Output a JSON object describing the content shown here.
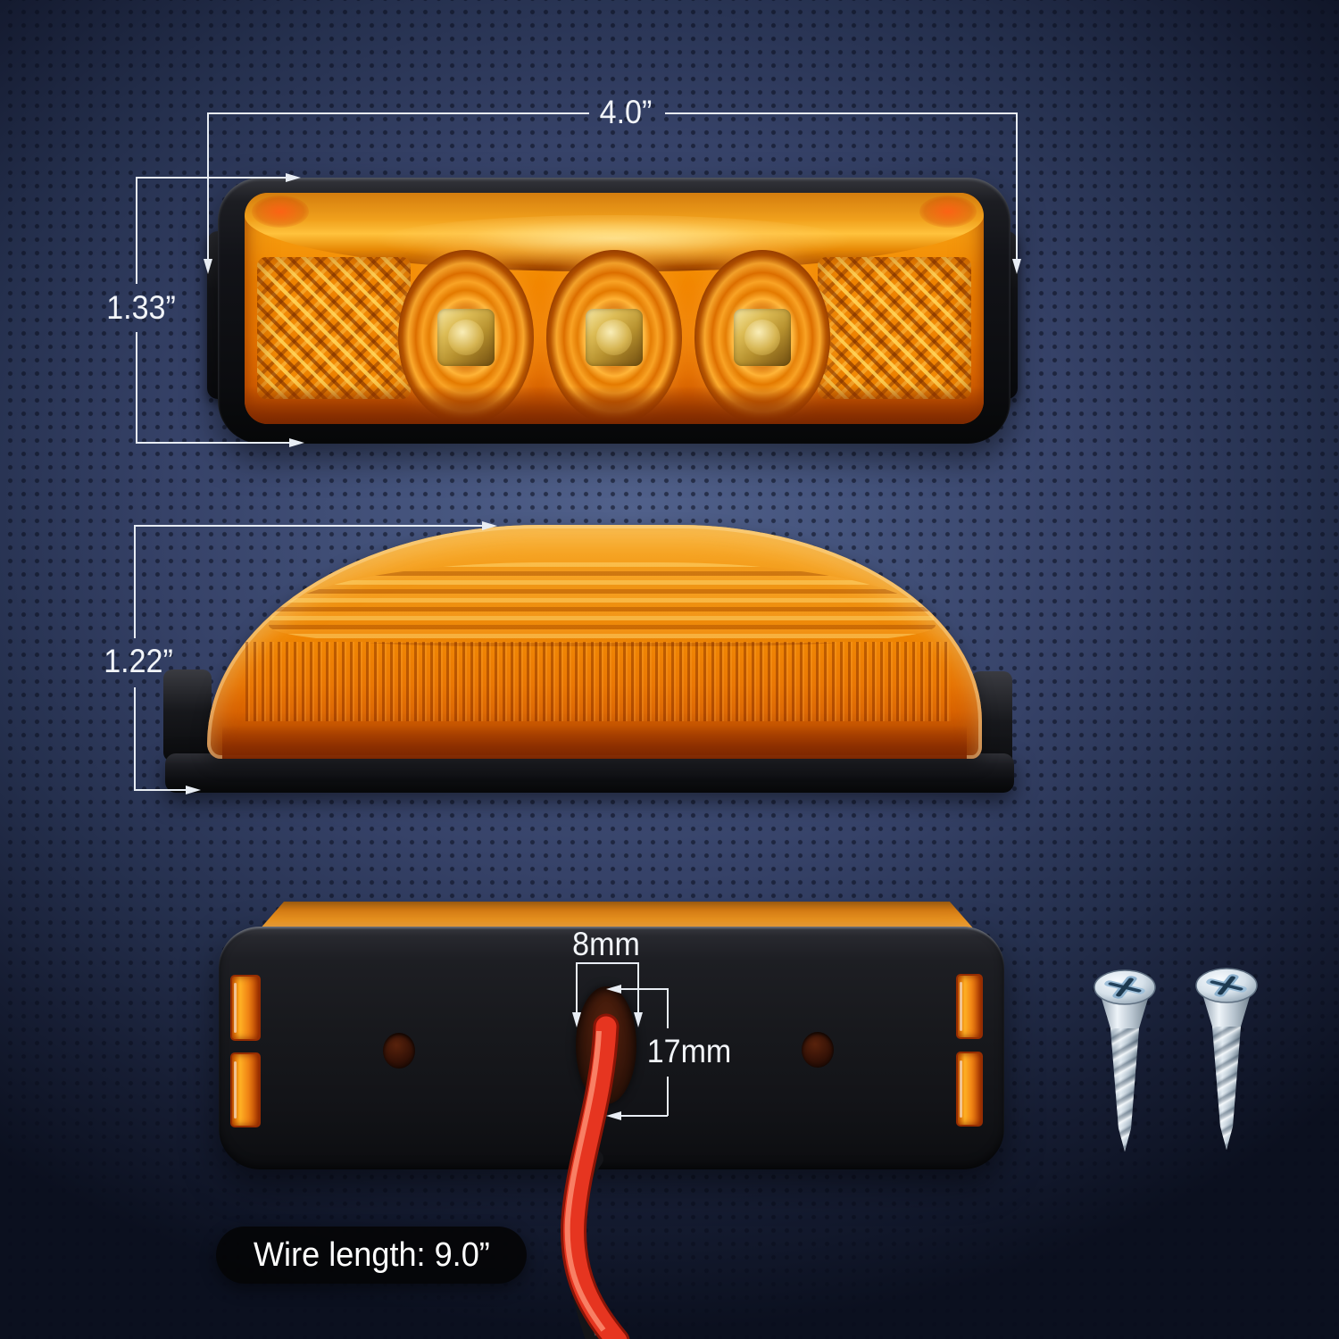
{
  "labels": {
    "width": "4.0”",
    "height": "1.33”",
    "depth": "1.22”",
    "grommet_width": "8mm",
    "grommet_height": "17mm",
    "wire_length": "Wire length: 9.0”"
  },
  "product": {
    "led_count": 3,
    "mounting_hole_count": 2,
    "screw_count": 2,
    "wire_colors": [
      "red",
      "black"
    ]
  },
  "colors": {
    "background_center": "#4a5a80",
    "background_edge": "#0d1220",
    "dot": "#141d33",
    "dimension_line": "#e8edf4",
    "label_text": "#f2f5f9",
    "lens_amber": "#f28500",
    "lens_highlight": "#ffc23c",
    "lens_deep": "#a84000",
    "bezel_black": "#16171b",
    "plate_black": "#17181c",
    "wire_red": "#e63520",
    "wire_black": "#141519",
    "screw_silver": "#d6e1ea",
    "pill_background": "#050507"
  }
}
